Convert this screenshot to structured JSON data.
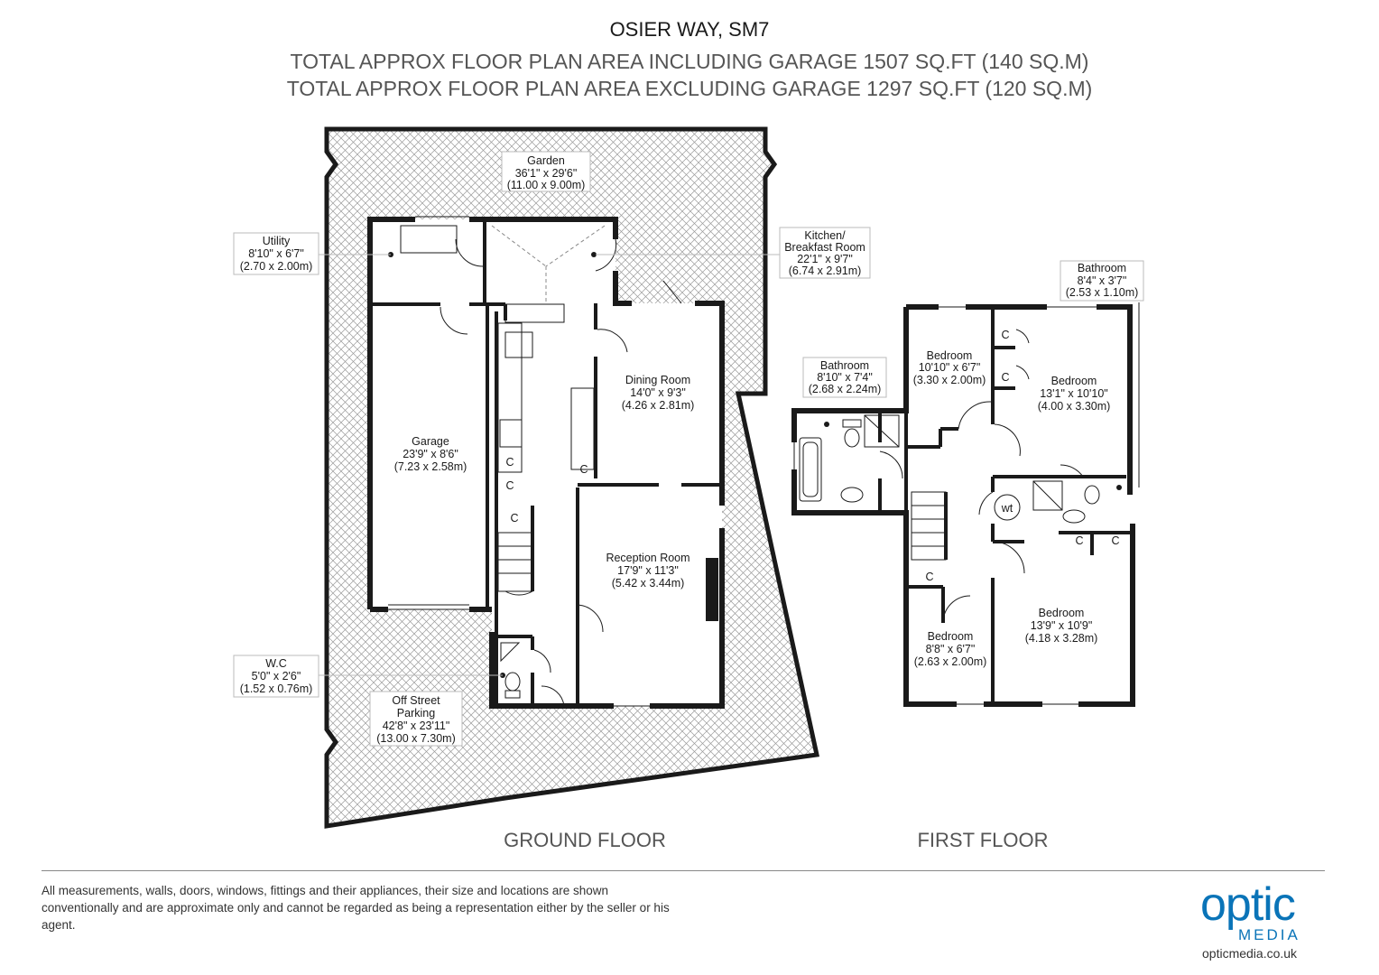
{
  "header": {
    "title": "OSIER WAY, SM7",
    "area_including": "TOTAL APPROX FLOOR PLAN AREA INCLUDING GARAGE 1507 SQ.FT (140 SQ.M)",
    "area_excluding": "TOTAL APPROX FLOOR PLAN AREA EXCLUDING GARAGE 1297 SQ.FT (120 SQ.M)"
  },
  "ground_floor": {
    "label": "GROUND FLOOR",
    "rooms": {
      "garden": {
        "name": "Garden",
        "imperial": "36'1\" x 29'6\"",
        "metric": "(11.00 x 9.00m)"
      },
      "utility": {
        "name": "Utility",
        "imperial": "8'10\" x 6'7\"",
        "metric": "(2.70 x 2.00m)"
      },
      "kitchen": {
        "name1": "Kitchen/",
        "name2": "Breakfast Room",
        "imperial": "22'1\" x 9'7\"",
        "metric": "(6.74 x 2.91m)"
      },
      "garage": {
        "name": "Garage",
        "imperial": "23'9\" x 8'6\"",
        "metric": "(7.23 x 2.58m)"
      },
      "dining": {
        "name": "Dining Room",
        "imperial": "14'0\" x 9'3\"",
        "metric": "(4.26 x 2.81m)"
      },
      "reception": {
        "name": "Reception Room",
        "imperial": "17'9\" x 11'3\"",
        "metric": "(5.42 x 3.44m)"
      },
      "wc": {
        "name": "W.C",
        "imperial": "5'0\" x 2'6\"",
        "metric": "(1.52 x 0.76m)"
      },
      "parking": {
        "name1": "Off Street",
        "name2": "Parking",
        "imperial": "42'8\" x 23'11\"",
        "metric": "(13.00 x 7.30m)"
      }
    }
  },
  "first_floor": {
    "label": "FIRST FLOOR",
    "rooms": {
      "bathroom1": {
        "name": "Bathroom",
        "imperial": "8'10\" x 7'4\"",
        "metric": "(2.68 x 2.24m)"
      },
      "bedroom1": {
        "name": "Bedroom",
        "imperial": "10'10\" x 6'7\"",
        "metric": "(3.30 x 2.00m)"
      },
      "bathroom2": {
        "name": "Bathroom",
        "imperial": "8'4\" x 3'7\"",
        "metric": "(2.53 x 1.10m)"
      },
      "bedroom2": {
        "name": "Bedroom",
        "imperial": "13'1\" x 10'10\"",
        "metric": "(4.00 x 3.30m)"
      },
      "bedroom3": {
        "name": "Bedroom",
        "imperial": "13'9\" x 10'9\"",
        "metric": "(4.18 x 3.28m)"
      },
      "bedroom4": {
        "name": "Bedroom",
        "imperial": "8'8\" x 6'7\"",
        "metric": "(2.63 x 2.00m)"
      }
    }
  },
  "markers": {
    "cupboard": "C",
    "wc": "wt"
  },
  "footer": {
    "disclaimer": "All measurements, walls, doors, windows, fittings and their appliances, their size and locations are shown conventionally and are approximate only and cannot be regarded as being a representation either by the seller or his agent.",
    "logo_word": "optic",
    "logo_sub": "MEDIA",
    "logo_url": "opticmedia.co.uk"
  },
  "colors": {
    "wall": "#1a1a1a",
    "hatch": "#9a9a9a",
    "accent": "#0a74b8"
  }
}
